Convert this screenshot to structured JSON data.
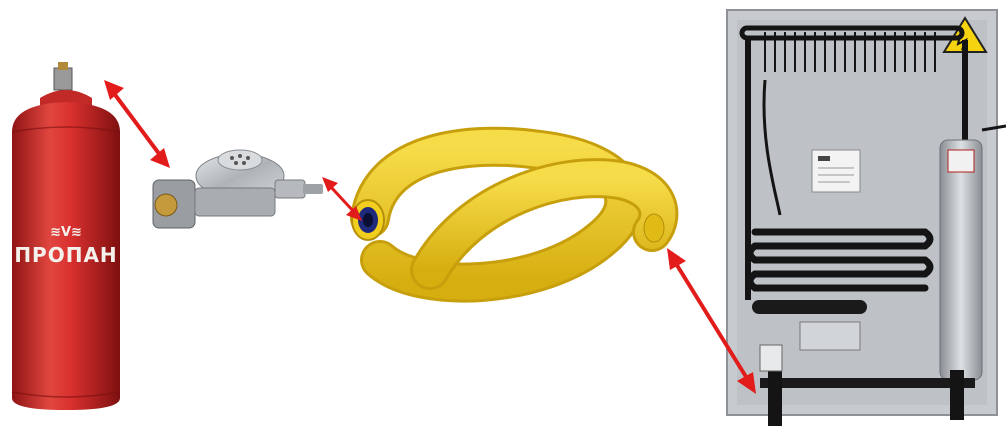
{
  "cylinder": {
    "label": "ПРОПАН",
    "logo_glyph": "≋V≋",
    "body_color": "#d8302e",
    "label_color": "#f4f1ec"
  },
  "hose": {
    "color": "#f2cf1f",
    "inner_color": "#1f2a7a"
  },
  "regulator": {
    "color": "#b9bcc0"
  },
  "connectors": {
    "arrow_color": "#e21b1b",
    "count": 3
  },
  "fridge": {
    "back_color": "#c7cbd0",
    "coil_color": "#141414",
    "warning_color": "#f5d40f"
  }
}
